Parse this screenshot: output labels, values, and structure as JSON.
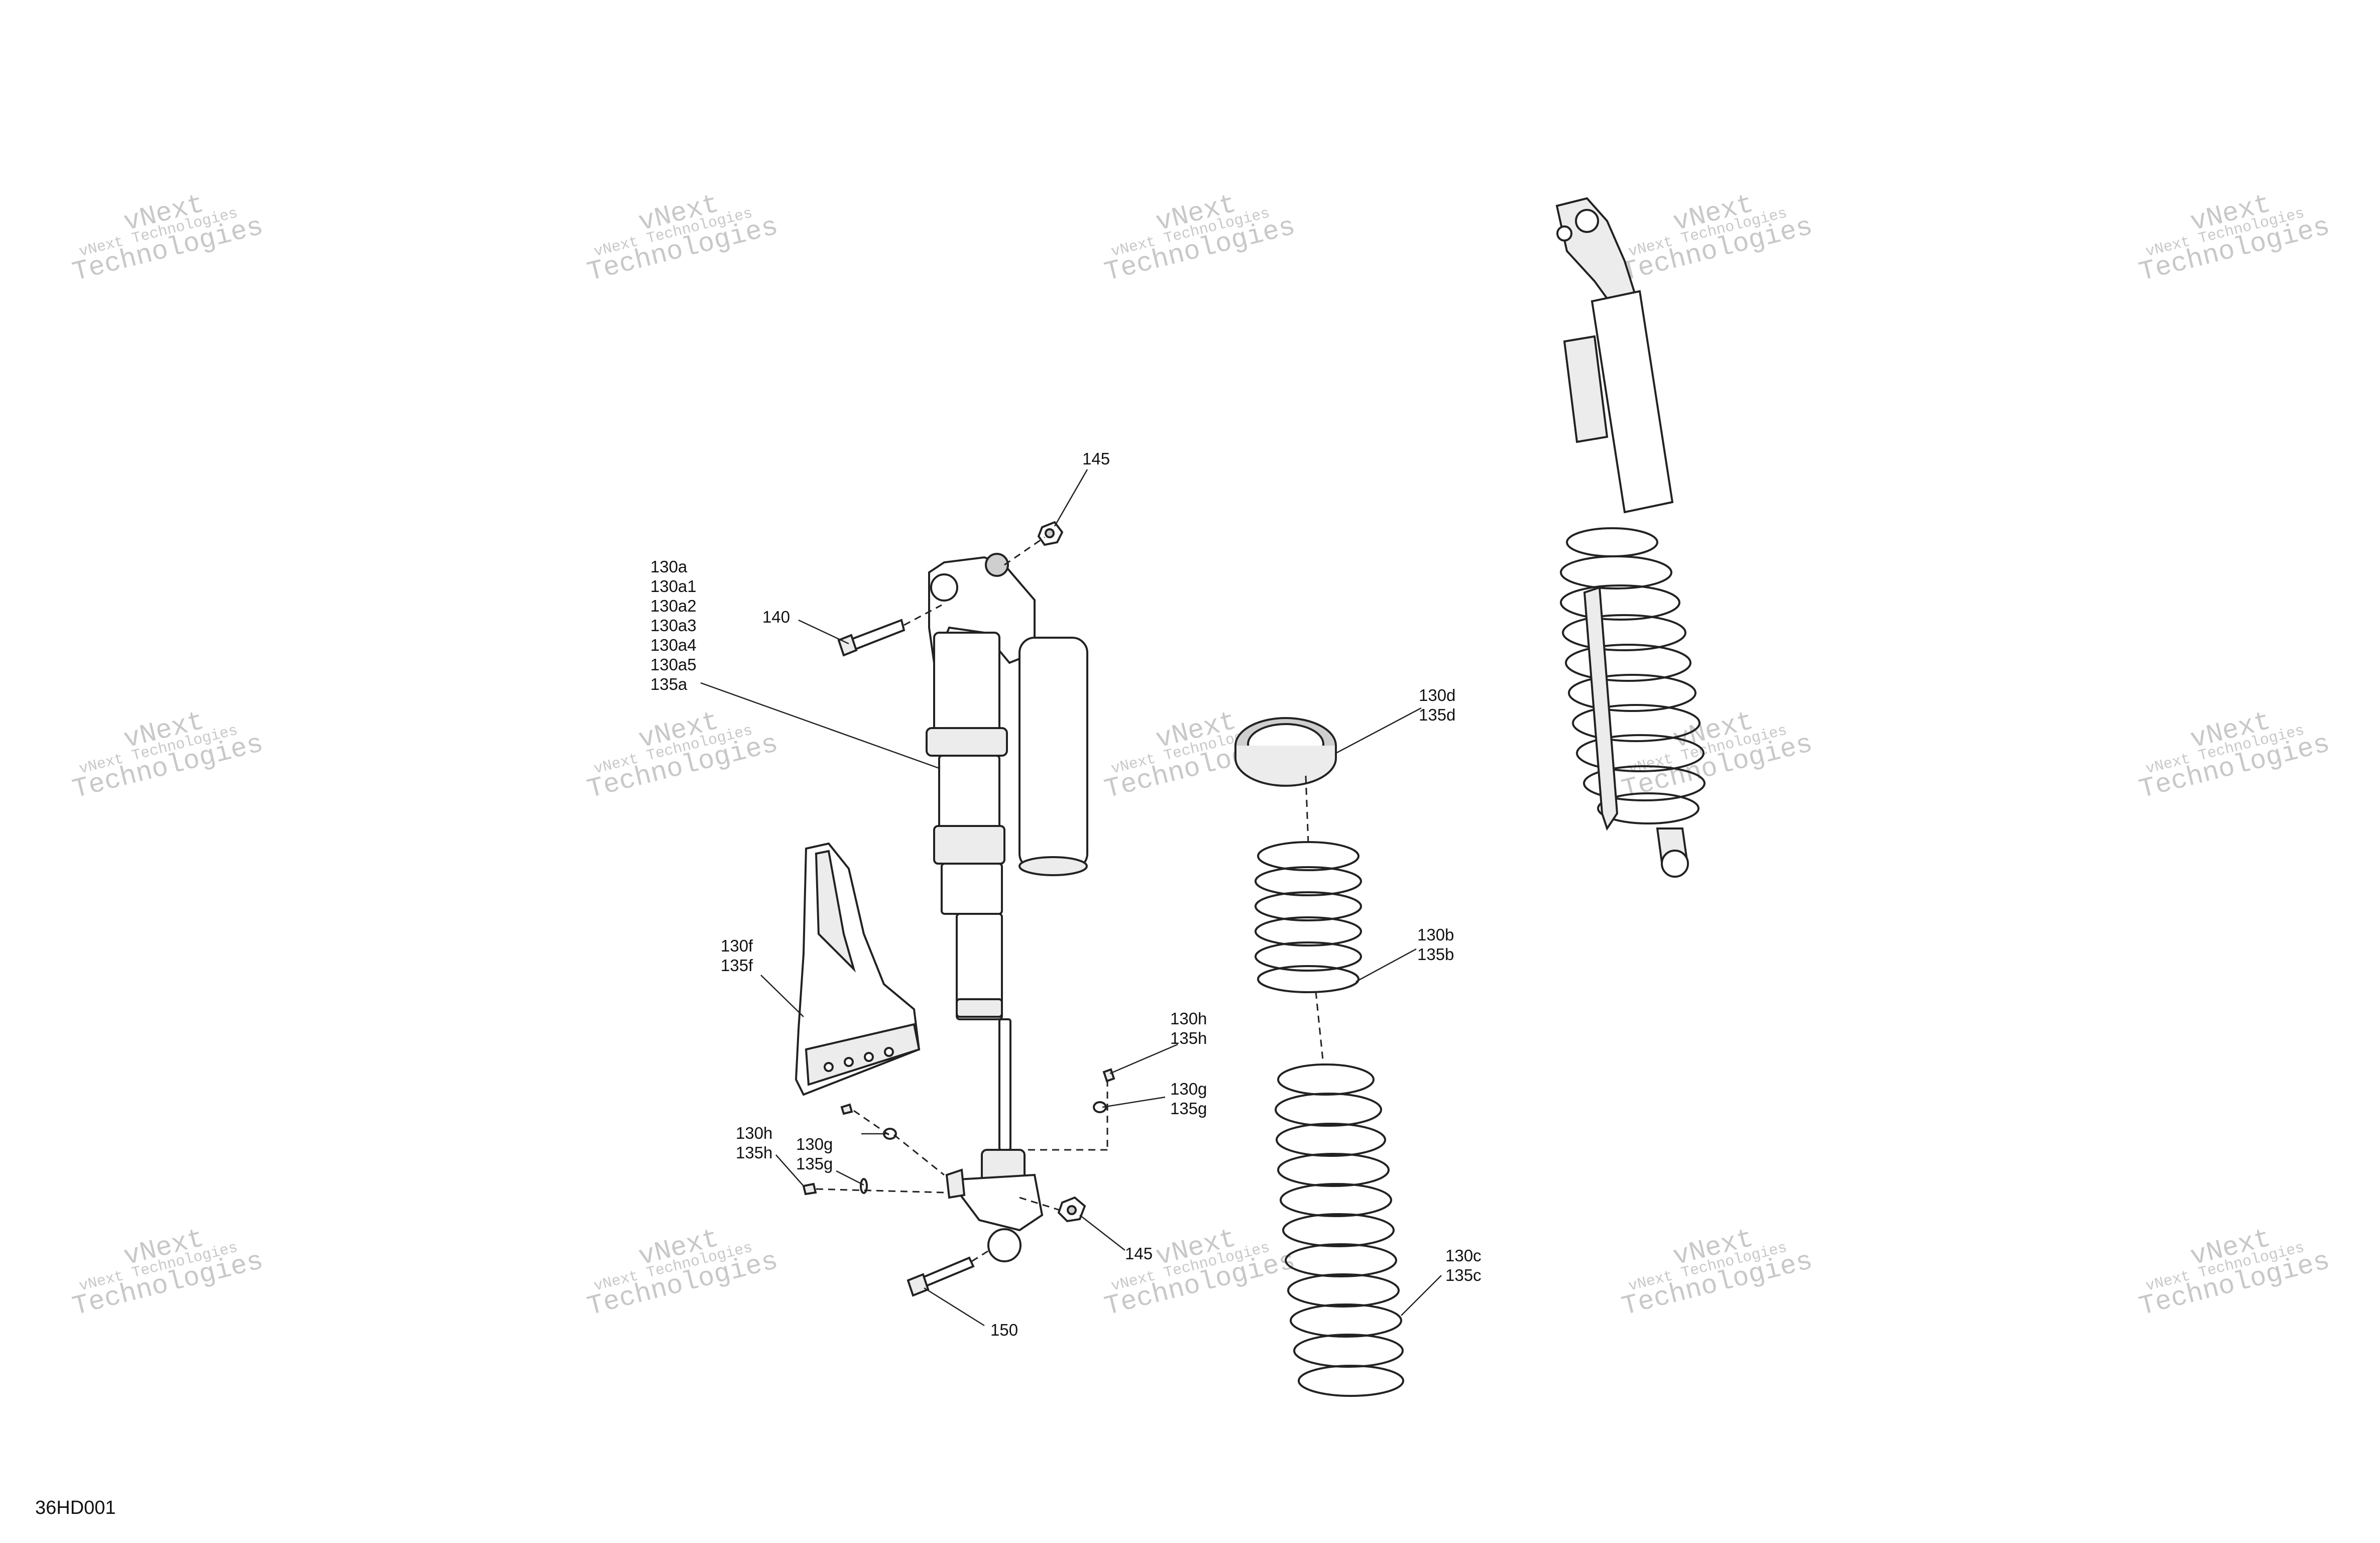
{
  "diagram": {
    "code": "36HD001",
    "watermark": {
      "line1": "vNext",
      "line2": "Technologies",
      "line3": "vNext Technologies"
    },
    "callouts": {
      "shock_main": [
        "130a",
        "130a1",
        "130a2",
        "130a3",
        "130a4",
        "130a5",
        "135a"
      ],
      "top_nut": [
        "145"
      ],
      "top_bolt": [
        "140"
      ],
      "guard": [
        "130f",
        "135f"
      ],
      "bolt_right": [
        "130h",
        "135h"
      ],
      "washer_right": [
        "130g",
        "135g"
      ],
      "bolt_left": [
        "130h",
        "135h"
      ],
      "washer_left": [
        "130g",
        "135g"
      ],
      "bottom_nut": [
        "145"
      ],
      "bottom_bolt": [
        "150"
      ],
      "spring_seat": [
        "130d",
        "135d"
      ],
      "upper_spring": [
        "130b",
        "135b"
      ],
      "lower_spring": [
        "130c",
        "135c"
      ]
    }
  }
}
